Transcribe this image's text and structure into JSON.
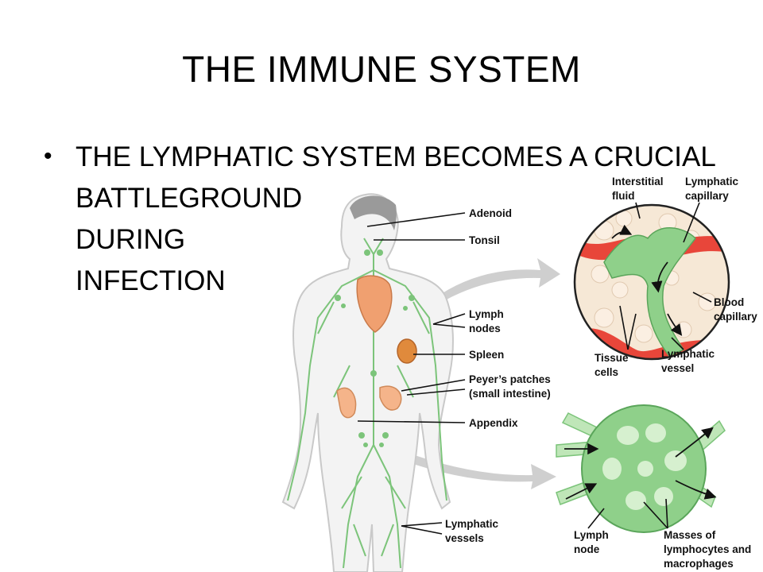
{
  "slide": {
    "title": "THE IMMUNE SYSTEM",
    "bullet": {
      "line1": "THE LYMPHATIC SYSTEM BECOMES A CRUCIAL",
      "line2": "BATTLEGROUND",
      "line3": "DURING",
      "line4": "INFECTION"
    }
  },
  "figure": {
    "labels": {
      "adenoid": "Adenoid",
      "tonsil": "Tonsil",
      "lymph_nodes_1": "Lymph",
      "lymph_nodes_2": "nodes",
      "spleen": "Spleen",
      "peyers_1": "Peyer’s patches",
      "peyers_2": "(small intestine)",
      "appendix": "Appendix",
      "lymphatic_vessels_1": "Lymphatic",
      "lymphatic_vessels_2": "vessels",
      "interstitial_1": "Interstitial",
      "interstitial_2": "fluid",
      "lymph_capillary_1": "Lymphatic",
      "lymph_capillary_2": "capillary",
      "blood_capillary_1": "Blood",
      "blood_capillary_2": "capillary",
      "tissue_cells_1": "Tissue",
      "tissue_cells_2": "cells",
      "lymphatic_vessel_1": "Lymphatic",
      "lymphatic_vessel_2": "vessel",
      "lymph_node_1": "Lymph",
      "lymph_node_2": "node",
      "masses_1": "Masses of",
      "masses_2": "lymphocytes and",
      "masses_3": "macrophages"
    },
    "colors": {
      "vessel_green": "#7cc47a",
      "organ_orange": "#f0a070",
      "blood_red": "#e8463a",
      "body_outline": "#c9c9c9",
      "arrow_gray": "#c8c8c8"
    }
  }
}
